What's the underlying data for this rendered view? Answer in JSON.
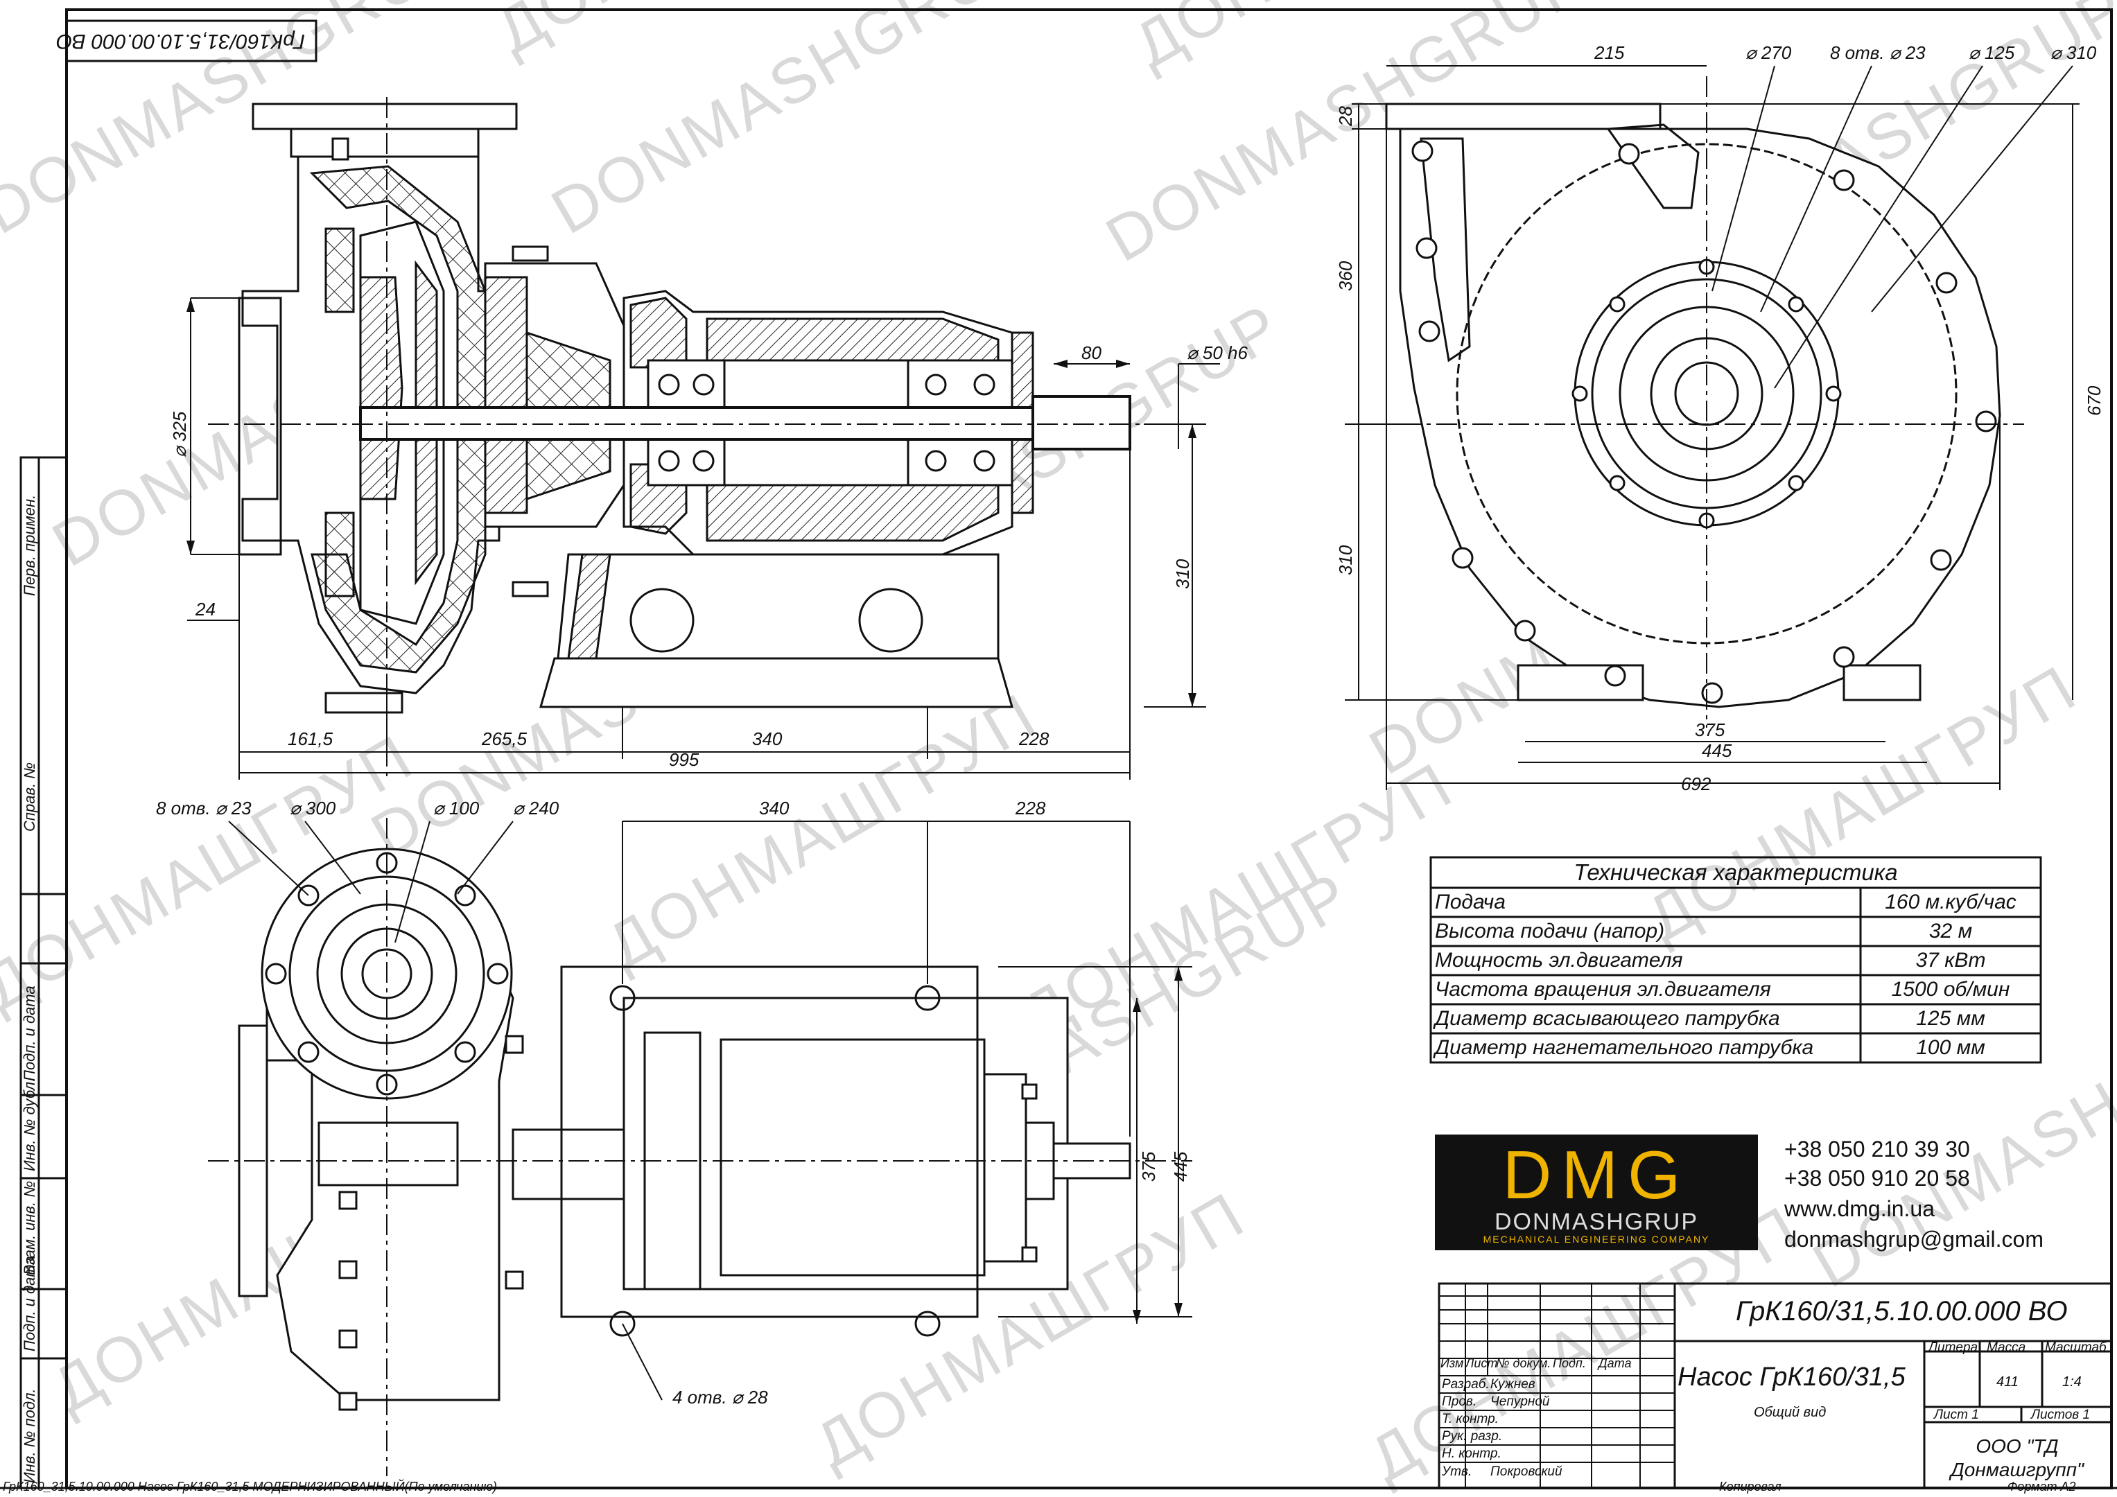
{
  "drawing": {
    "stamp_number": "ГрК160/31,5.10.00.000 ВО",
    "watermarks": {
      "latin": "DONMASHGRUP",
      "cyrillic": "ДОНМАШГРУП"
    },
    "side_labels": [
      "Перв. примен.",
      "Справ. №",
      "Подп. и дата",
      "Инв. № дубл.",
      "Взам. инв. №",
      "Подп. и дата",
      "Инв. № подл."
    ],
    "footer_file": "ГрК160_31,5.10.00.000 Насос ГрК160_31,5 МОДЕРНИЗИРОВАННЫЙ(По умолчанию)",
    "footer_copy": "Копировал",
    "footer_format": "Формат А2"
  },
  "dimensions": {
    "side_view": {
      "d325": "⌀ 325",
      "d24": "24",
      "d80": "80",
      "d50h6": "⌀ 50 h6",
      "d310": "310",
      "d161": "161,5",
      "d265": "265,5",
      "d340": "340",
      "d228": "228",
      "d995": "995"
    },
    "front_view": {
      "d215": "215",
      "d270": "⌀ 270",
      "holes23": "8 отв. ⌀ 23",
      "d125": "⌀ 125",
      "d310": "⌀ 310",
      "d28": "28",
      "d360": "360",
      "d310v": "310",
      "d670": "670",
      "d375": "375",
      "d445": "445",
      "d692": "692"
    },
    "top_view": {
      "holes23": "8 отв. ⌀ 23",
      "d300": "⌀ 300",
      "d100": "⌀ 100",
      "d240": "⌀ 240",
      "d340": "340",
      "d228": "228",
      "d375": "375",
      "d445": "445",
      "holes28": "4 отв. ⌀ 28"
    }
  },
  "tech": {
    "title": "Техническая характеристика",
    "rows": [
      {
        "param": "Подача",
        "value": "160 м.куб/час"
      },
      {
        "param": "Высота подачи (напор)",
        "value": "32 м"
      },
      {
        "param": "Мощность эл.двигателя",
        "value": "37 кВт"
      },
      {
        "param": "Частота вращения эл.двигателя",
        "value": "1500 об/мин"
      },
      {
        "param": "Диаметр всасывающего патрубка",
        "value": "125 мм"
      },
      {
        "param": "Диаметр нагнетательного патрубка",
        "value": "100 мм"
      }
    ]
  },
  "company": {
    "logo_big": "DMG",
    "logo_name": "DONMASHGRUP",
    "logo_sub": "MECHANICAL ENGINEERING COMPANY",
    "phone1": "+38 050 210 39 30",
    "phone2": "+38 050 910 20 58",
    "site": "www.dmg.in.ua",
    "email": "donmashgrup@gmail.com",
    "colors": {
      "logo_bg": "#111111",
      "logo_accent": "#f0b400"
    }
  },
  "titleblock": {
    "designation": "ГрК160/31,5.10.00.000 ВО",
    "name": "Насос ГрК160/31,5",
    "doc_type": "Общий вид",
    "org": "ООО \"ТД Донмашгрупп\"",
    "col_headers": [
      "Изм",
      "Лист",
      "№ докум.",
      "Подп.",
      "Дата"
    ],
    "roles": [
      {
        "role": "Разраб.",
        "person": "Кужнев"
      },
      {
        "role": "Пров.",
        "person": "Чепурной"
      },
      {
        "role": "Т. контр.",
        "person": ""
      },
      {
        "role": "Рук. разр.",
        "person": ""
      },
      {
        "role": "Н. контр.",
        "person": ""
      },
      {
        "role": "Утв.",
        "person": "Покровский"
      }
    ],
    "litera_label": "Литера",
    "mass_label": "Масса",
    "scale_label": "Масштаб",
    "mass": "411",
    "scale": "1:4",
    "sheet_label": "Лист 1",
    "sheets_label": "Листов 1"
  }
}
